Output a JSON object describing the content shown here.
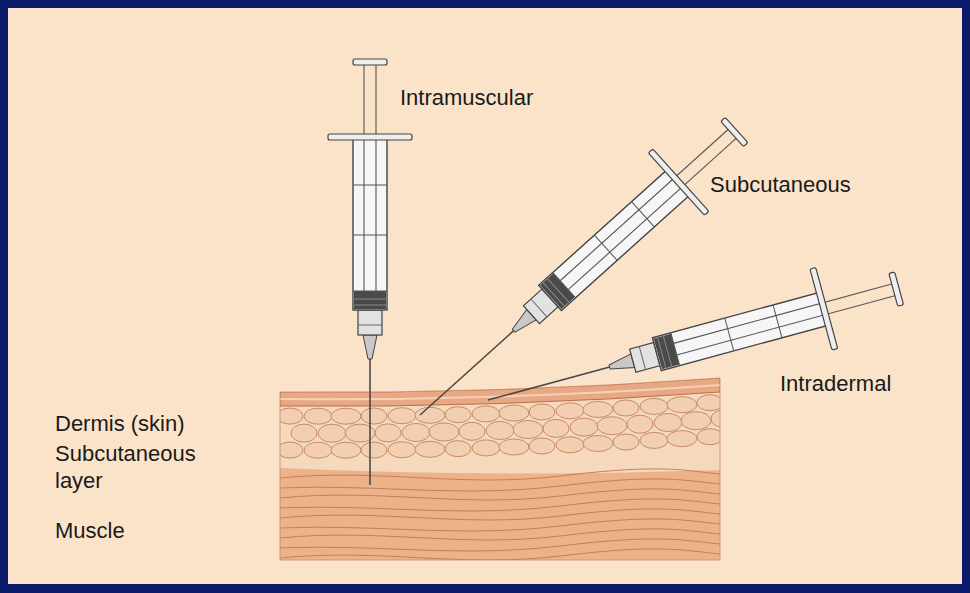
{
  "diagram": {
    "labels": [
      "Intramuscular",
      "Subcutaneous",
      "Intradermal",
      "Dermis (skin)",
      "Subcutaneous layer",
      "Muscle"
    ]
  }
}
